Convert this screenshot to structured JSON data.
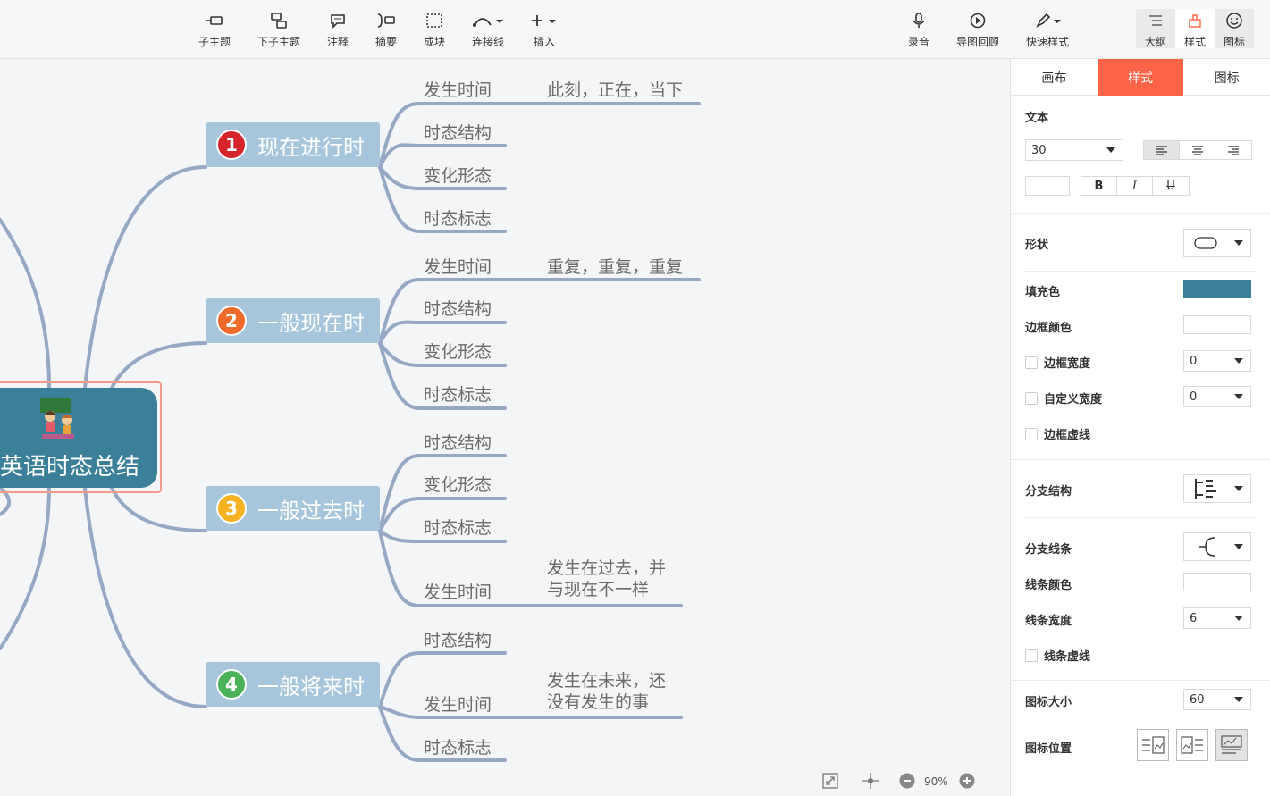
{
  "toolbar": {
    "left": [
      {
        "label": "子主题",
        "icon": "subtopic-icon"
      },
      {
        "label": "下子主题",
        "icon": "child-topic-icon"
      },
      {
        "label": "注释",
        "icon": "comment-icon"
      },
      {
        "label": "摘要",
        "icon": "summary-icon"
      },
      {
        "label": "成块",
        "icon": "boundary-icon"
      },
      {
        "label": "连接线",
        "icon": "connector-icon"
      },
      {
        "label": "插入",
        "icon": "plus-icon"
      }
    ],
    "right": [
      {
        "label": "录音",
        "icon": "microphone-icon"
      },
      {
        "label": "导图回顾",
        "icon": "play-icon"
      },
      {
        "label": "快速样式",
        "icon": "brush-icon"
      }
    ],
    "view": [
      {
        "label": "大纲",
        "icon": "outline-icon"
      },
      {
        "label": "样式",
        "icon": "style-icon"
      },
      {
        "label": "图标",
        "icon": "smiley-icon"
      }
    ]
  },
  "mindmap": {
    "root": "英语时态总结",
    "branches": [
      {
        "num": "1",
        "title": "现在进行时",
        "color": "#d6242c",
        "subs": [
          "发生时间",
          "时态结构",
          "变化形态",
          "时态标志"
        ],
        "note": "此刻，正在，当下"
      },
      {
        "num": "2",
        "title": "一般现在时",
        "color": "#f06a2c",
        "subs": [
          "发生时间",
          "时态结构",
          "变化形态",
          "时态标志"
        ],
        "note": "重复，重复，重复"
      },
      {
        "num": "3",
        "title": "一般过去时",
        "color": "#f5b324",
        "subs": [
          "时态结构",
          "变化形态",
          "时态标志",
          "发生时间"
        ],
        "note": [
          "发生在过去，并",
          "与现在不一样"
        ]
      },
      {
        "num": "4",
        "title": "一般将来时",
        "color": "#4cb25a",
        "subs": [
          "时态结构",
          "发生时间",
          "时态标志"
        ],
        "note": [
          "发生在未来，还",
          "没有发生的事"
        ]
      }
    ]
  },
  "zoom": {
    "value": "90%"
  },
  "panel": {
    "tabs": [
      "画布",
      "样式",
      "图标"
    ],
    "active_tab": "样式",
    "text_section": "文本",
    "font_size": "30",
    "bold": "B",
    "italic": "I",
    "strike": "U",
    "shape_label": "形状",
    "fill_label": "填充色",
    "fill_color": "#3b7f99",
    "border_color_label": "边框颜色",
    "border_width_label": "边框宽度",
    "border_width": "0",
    "custom_width_label": "自定义宽度",
    "custom_width": "0",
    "border_dash_label": "边框虚线",
    "branch_struct_label": "分支结构",
    "branch_line_label": "分支线条",
    "line_color_label": "线条颜色",
    "line_width_label": "线条宽度",
    "line_width": "6",
    "line_dash_label": "线条虚线",
    "icon_size_label": "图标大小",
    "icon_size": "60",
    "icon_pos_label": "图标位置"
  }
}
